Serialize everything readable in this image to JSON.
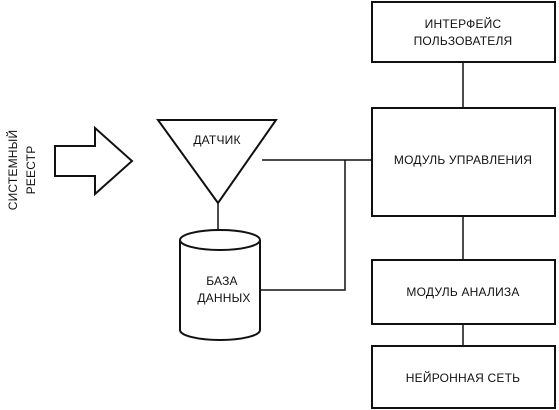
{
  "side_label": {
    "line1": "СИСТЕМНЫЙ",
    "line2": "РЕЕСТР"
  },
  "sensor": {
    "label": "ДАТЧИК"
  },
  "database": {
    "line1": "БАЗА",
    "line2": "ДАННЫХ"
  },
  "blocks": {
    "user_interface": {
      "line1": "ИНТЕРФЕЙС",
      "line2": "ПОЛЬЗОВАТЕЛЯ"
    },
    "control_module": {
      "label": "МОДУЛЬ УПРАВЛЕНИЯ"
    },
    "analysis_module": {
      "label": "МОДУЛЬ АНАЛИЗА"
    },
    "neural_network": {
      "label": "НЕЙРОННАЯ СЕТЬ"
    }
  }
}
